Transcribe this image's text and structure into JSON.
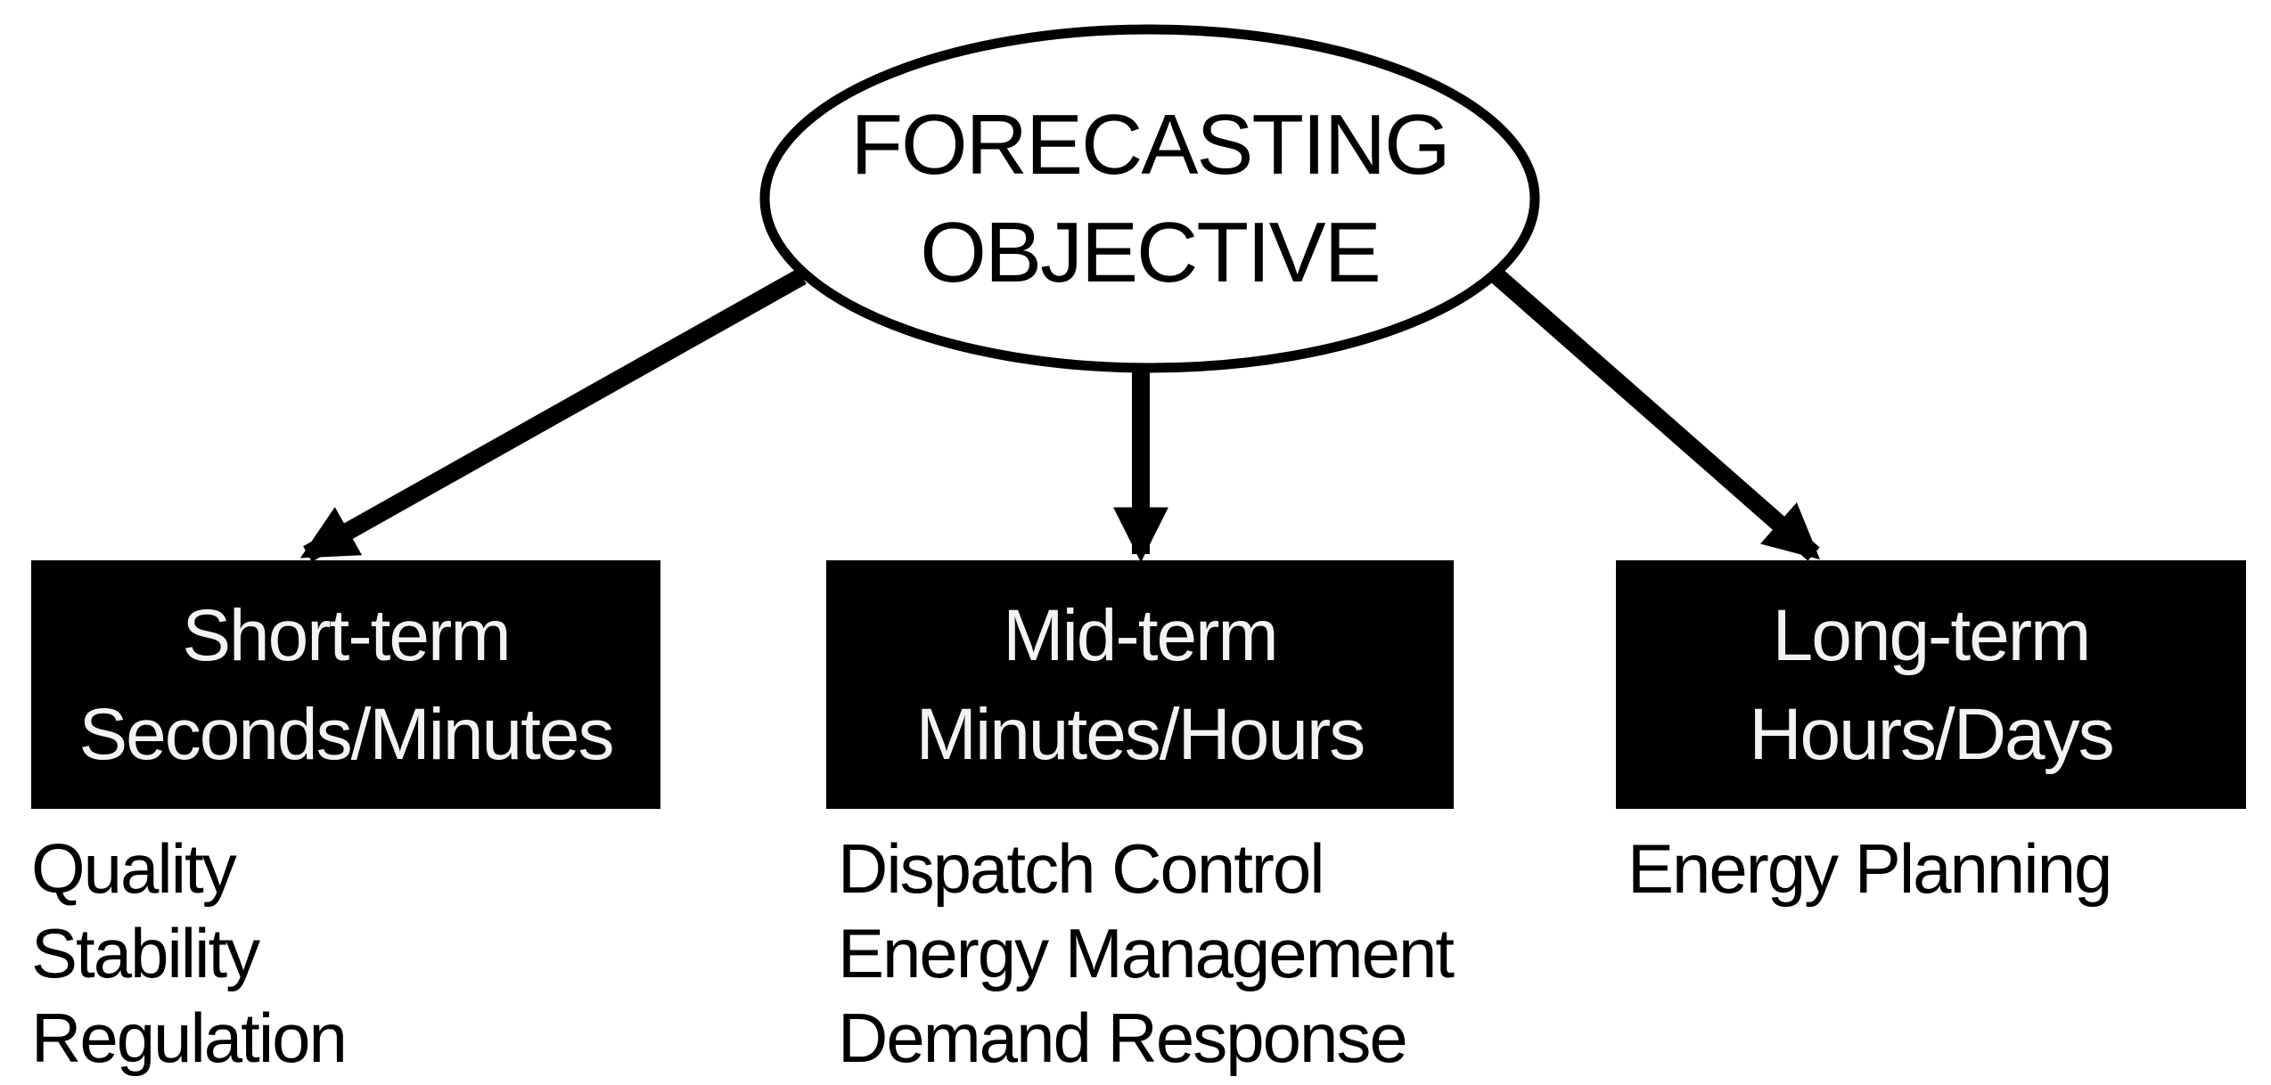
{
  "title": {
    "line1": "FORECASTING",
    "line2": "OBJECTIVE"
  },
  "columns": [
    {
      "term": "Short-term",
      "horizon": "Seconds/Minutes",
      "items": [
        "Quality",
        "Stability",
        "Regulation"
      ]
    },
    {
      "term": "Mid-term",
      "horizon": "Minutes/Hours",
      "items": [
        "Dispatch Control",
        "Energy Management",
        "Demand Response"
      ]
    },
    {
      "term": "Long-term",
      "horizon": "Hours/Days",
      "items": [
        "Energy Planning"
      ]
    }
  ],
  "colors": {
    "background": "#ffffff",
    "shape_stroke": "#000000",
    "box_bg": "#000000",
    "box_text": "#F5F3F0",
    "list_text": "#000000"
  }
}
